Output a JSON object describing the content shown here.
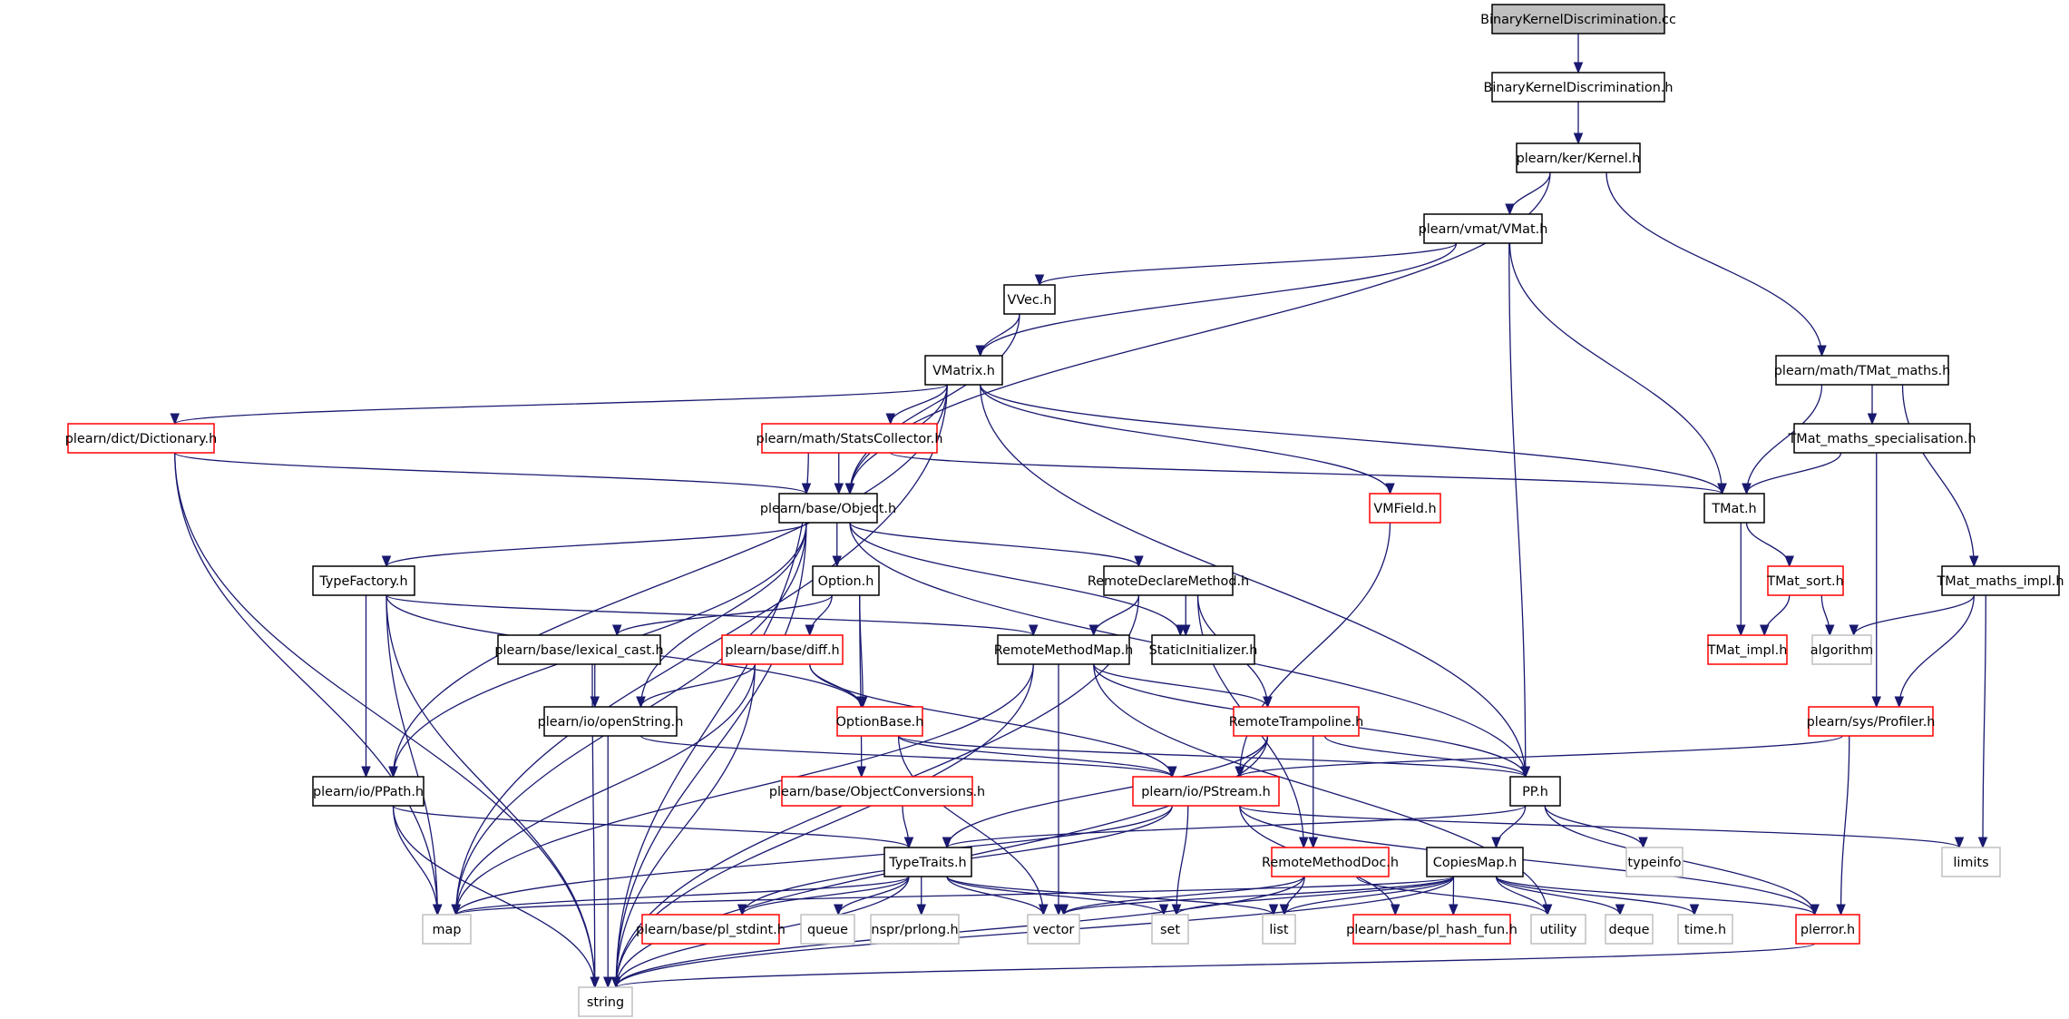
{
  "colors": {
    "edge": "#191970",
    "border_normal": "#000000",
    "border_truncated": "#ff0000",
    "border_external": "#bfbfbf",
    "fill_root": "#bfbfbf",
    "fill_default": "#ffffff",
    "text": "#000000"
  },
  "nodes": [
    {
      "id": "n01",
      "label": "BinaryKernelDiscrimination.cc",
      "kind": "root"
    },
    {
      "id": "n02",
      "label": "BinaryKernelDiscrimination.h",
      "kind": "normal"
    },
    {
      "id": "n03",
      "label": "plearn/ker/Kernel.h",
      "kind": "normal"
    },
    {
      "id": "n04",
      "label": "plearn/vmat/VMat.h",
      "kind": "normal"
    },
    {
      "id": "n05",
      "label": "VVec.h",
      "kind": "normal"
    },
    {
      "id": "n06",
      "label": "VMatrix.h",
      "kind": "normal"
    },
    {
      "id": "n07",
      "label": "plearn/math/TMat_maths.h",
      "kind": "normal"
    },
    {
      "id": "n08",
      "label": "plearn/dict/Dictionary.h",
      "kind": "truncated"
    },
    {
      "id": "n09",
      "label": "plearn/math/StatsCollector.h",
      "kind": "truncated"
    },
    {
      "id": "n10",
      "label": "TMat_maths_specialisation.h",
      "kind": "normal"
    },
    {
      "id": "n11",
      "label": "plearn/base/Object.h",
      "kind": "normal"
    },
    {
      "id": "n12",
      "label": "VMField.h",
      "kind": "truncated"
    },
    {
      "id": "n13",
      "label": "TMat.h",
      "kind": "normal"
    },
    {
      "id": "n14",
      "label": "TypeFactory.h",
      "kind": "normal"
    },
    {
      "id": "n15",
      "label": "Option.h",
      "kind": "normal"
    },
    {
      "id": "n16",
      "label": "RemoteDeclareMethod.h",
      "kind": "normal"
    },
    {
      "id": "n17",
      "label": "TMat_sort.h",
      "kind": "truncated"
    },
    {
      "id": "n18",
      "label": "TMat_maths_impl.h",
      "kind": "normal"
    },
    {
      "id": "n19",
      "label": "plearn/base/lexical_cast.h",
      "kind": "normal"
    },
    {
      "id": "n20",
      "label": "plearn/base/diff.h",
      "kind": "truncated"
    },
    {
      "id": "n21",
      "label": "RemoteMethodMap.h",
      "kind": "normal"
    },
    {
      "id": "n22",
      "label": "StaticInitializer.h",
      "kind": "normal"
    },
    {
      "id": "n23",
      "label": "TMat_impl.h",
      "kind": "truncated"
    },
    {
      "id": "n24",
      "label": "algorithm",
      "kind": "external"
    },
    {
      "id": "n25",
      "label": "plearn/io/openString.h",
      "kind": "normal"
    },
    {
      "id": "n26",
      "label": "OptionBase.h",
      "kind": "truncated"
    },
    {
      "id": "n27",
      "label": "RemoteTrampoline.h",
      "kind": "truncated"
    },
    {
      "id": "n28",
      "label": "plearn/sys/Profiler.h",
      "kind": "truncated"
    },
    {
      "id": "n29",
      "label": "plearn/io/PPath.h",
      "kind": "normal"
    },
    {
      "id": "n30",
      "label": "plearn/base/ObjectConversions.h",
      "kind": "truncated"
    },
    {
      "id": "n31",
      "label": "plearn/io/PStream.h",
      "kind": "truncated"
    },
    {
      "id": "n32",
      "label": "PP.h",
      "kind": "normal"
    },
    {
      "id": "n33",
      "label": "TypeTraits.h",
      "kind": "normal"
    },
    {
      "id": "n34",
      "label": "RemoteMethodDoc.h",
      "kind": "truncated"
    },
    {
      "id": "n35",
      "label": "CopiesMap.h",
      "kind": "normal"
    },
    {
      "id": "n36",
      "label": "typeinfo",
      "kind": "external"
    },
    {
      "id": "n37",
      "label": "limits",
      "kind": "external"
    },
    {
      "id": "n38",
      "label": "map",
      "kind": "external"
    },
    {
      "id": "n39",
      "label": "plearn/base/pl_stdint.h",
      "kind": "truncated"
    },
    {
      "id": "n40",
      "label": "queue",
      "kind": "external"
    },
    {
      "id": "n41",
      "label": "nspr/prlong.h",
      "kind": "external"
    },
    {
      "id": "n42",
      "label": "vector",
      "kind": "external"
    },
    {
      "id": "n43",
      "label": "set",
      "kind": "external"
    },
    {
      "id": "n44",
      "label": "list",
      "kind": "external"
    },
    {
      "id": "n45",
      "label": "plearn/base/pl_hash_fun.h",
      "kind": "truncated"
    },
    {
      "id": "n46",
      "label": "utility",
      "kind": "external"
    },
    {
      "id": "n47",
      "label": "deque",
      "kind": "external"
    },
    {
      "id": "n48",
      "label": "time.h",
      "kind": "external"
    },
    {
      "id": "n49",
      "label": "plerror.h",
      "kind": "truncated"
    },
    {
      "id": "n50",
      "label": "string",
      "kind": "external"
    }
  ],
  "edges": [
    [
      "n01",
      "n02"
    ],
    [
      "n02",
      "n03"
    ],
    [
      "n03",
      "n04"
    ],
    [
      "n03",
      "n11"
    ],
    [
      "n03",
      "n07"
    ],
    [
      "n04",
      "n06"
    ],
    [
      "n04",
      "n05"
    ],
    [
      "n04",
      "n13"
    ],
    [
      "n04",
      "n32"
    ],
    [
      "n05",
      "n06"
    ],
    [
      "n05",
      "n11"
    ],
    [
      "n06",
      "n08"
    ],
    [
      "n06",
      "n09"
    ],
    [
      "n06",
      "n11"
    ],
    [
      "n06",
      "n12"
    ],
    [
      "n06",
      "n13"
    ],
    [
      "n06",
      "n32"
    ],
    [
      "n06",
      "n38"
    ],
    [
      "n06",
      "n29"
    ],
    [
      "n07",
      "n10"
    ],
    [
      "n07",
      "n13"
    ],
    [
      "n07",
      "n18"
    ],
    [
      "n08",
      "n11"
    ],
    [
      "n08",
      "n38"
    ],
    [
      "n08",
      "n50"
    ],
    [
      "n09",
      "n11"
    ],
    [
      "n09",
      "n13"
    ],
    [
      "n09",
      "n50"
    ],
    [
      "n10",
      "n13"
    ],
    [
      "n10",
      "n28"
    ],
    [
      "n11",
      "n14"
    ],
    [
      "n11",
      "n15"
    ],
    [
      "n11",
      "n16"
    ],
    [
      "n11",
      "n22"
    ],
    [
      "n11",
      "n25"
    ],
    [
      "n11",
      "n29"
    ],
    [
      "n11",
      "n32"
    ],
    [
      "n11",
      "n38"
    ],
    [
      "n11",
      "n50"
    ],
    [
      "n12",
      "n31"
    ],
    [
      "n13",
      "n17"
    ],
    [
      "n13",
      "n23"
    ],
    [
      "n14",
      "n29"
    ],
    [
      "n14",
      "n21"
    ],
    [
      "n14",
      "n26"
    ],
    [
      "n14",
      "n38"
    ],
    [
      "n14",
      "n50"
    ],
    [
      "n15",
      "n19"
    ],
    [
      "n15",
      "n20"
    ],
    [
      "n15",
      "n26"
    ],
    [
      "n15",
      "n30"
    ],
    [
      "n16",
      "n21"
    ],
    [
      "n16",
      "n22"
    ],
    [
      "n16",
      "n27"
    ],
    [
      "n16",
      "n34"
    ],
    [
      "n16",
      "n50"
    ],
    [
      "n17",
      "n23"
    ],
    [
      "n17",
      "n24"
    ],
    [
      "n18",
      "n24"
    ],
    [
      "n18",
      "n28"
    ],
    [
      "n18",
      "n37"
    ],
    [
      "n19",
      "n25"
    ],
    [
      "n19",
      "n50"
    ],
    [
      "n20",
      "n25"
    ],
    [
      "n20",
      "n26"
    ],
    [
      "n20",
      "n31"
    ],
    [
      "n20",
      "n38"
    ],
    [
      "n20",
      "n50"
    ],
    [
      "n21",
      "n27"
    ],
    [
      "n21",
      "n32"
    ],
    [
      "n21",
      "n38"
    ],
    [
      "n21",
      "n42"
    ],
    [
      "n21",
      "n50"
    ],
    [
      "n21",
      "n46"
    ],
    [
      "n25",
      "n31"
    ],
    [
      "n25",
      "n50"
    ],
    [
      "n26",
      "n31"
    ],
    [
      "n26",
      "n32"
    ],
    [
      "n26",
      "n42"
    ],
    [
      "n27",
      "n31"
    ],
    [
      "n27",
      "n32"
    ],
    [
      "n27",
      "n33"
    ],
    [
      "n27",
      "n34"
    ],
    [
      "n27",
      "n50"
    ],
    [
      "n28",
      "n31"
    ],
    [
      "n28",
      "n49"
    ],
    [
      "n29",
      "n33"
    ],
    [
      "n29",
      "n38"
    ],
    [
      "n29",
      "n50"
    ],
    [
      "n30",
      "n33"
    ],
    [
      "n31",
      "n38"
    ],
    [
      "n31",
      "n39"
    ],
    [
      "n31",
      "n43"
    ],
    [
      "n31",
      "n45"
    ],
    [
      "n31",
      "n49"
    ],
    [
      "n31",
      "n37"
    ],
    [
      "n32",
      "n33"
    ],
    [
      "n32",
      "n35"
    ],
    [
      "n32",
      "n36"
    ],
    [
      "n32",
      "n49"
    ],
    [
      "n33",
      "n38"
    ],
    [
      "n33",
      "n39"
    ],
    [
      "n33",
      "n40"
    ],
    [
      "n33",
      "n41"
    ],
    [
      "n33",
      "n42"
    ],
    [
      "n33",
      "n43"
    ],
    [
      "n33",
      "n44"
    ],
    [
      "n33",
      "n50"
    ],
    [
      "n34",
      "n42"
    ],
    [
      "n34",
      "n44"
    ],
    [
      "n34",
      "n46"
    ],
    [
      "n34",
      "n50"
    ],
    [
      "n35",
      "n38"
    ],
    [
      "n35",
      "n42"
    ],
    [
      "n35",
      "n43"
    ],
    [
      "n35",
      "n44"
    ],
    [
      "n35",
      "n45"
    ],
    [
      "n35",
      "n46"
    ],
    [
      "n35",
      "n47"
    ],
    [
      "n35",
      "n48"
    ],
    [
      "n35",
      "n49"
    ],
    [
      "n35",
      "n50"
    ],
    [
      "n49",
      "n50"
    ]
  ]
}
